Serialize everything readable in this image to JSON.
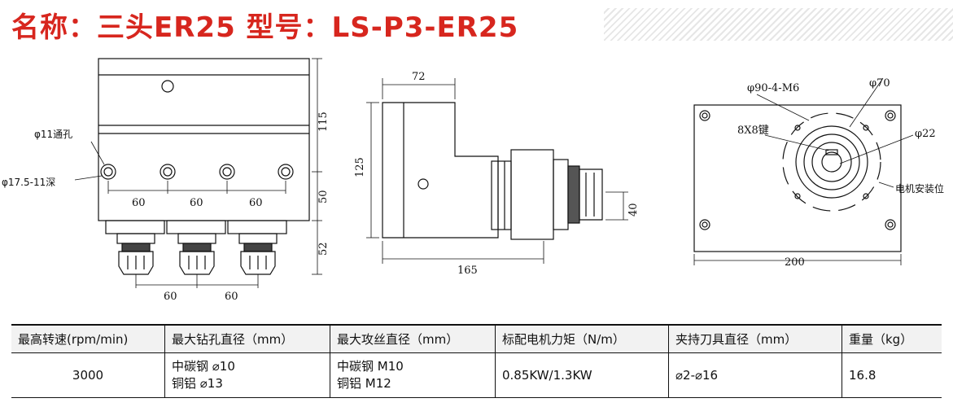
{
  "title": "名称：三头ER25  型号：LS-P3-ER25",
  "drawing": {
    "front": {
      "label_hole_through": "φ11通孔",
      "label_hole_deep": "φ17.5-11深",
      "dims": {
        "spacing_a": "60",
        "spacing_b": "60",
        "spacing_c": "60",
        "height_top": "115",
        "height_mid": "50",
        "height_bottom": "52",
        "bottom_a": "60",
        "bottom_b": "60"
      }
    },
    "side": {
      "dims": {
        "top_width": "72",
        "height": "125",
        "collet": "40",
        "length": "165"
      }
    },
    "top": {
      "label_bolt": "φ90-4-M6",
      "label_dia70": "φ70",
      "label_key": "8X8键",
      "label_dia22": "φ22",
      "label_motor": "电机安装位",
      "dims": {
        "width": "200"
      }
    }
  },
  "table": {
    "headers": [
      "最高转速(rpm/min)",
      "最大钻孔直径（mm）",
      "最大攻丝直径（mm）",
      "标配电机力矩（N/m）",
      "夹持刀具直径（mm）",
      "重量（kg）"
    ],
    "speed": "3000",
    "drill_line1": "中碳钢 ⌀10",
    "drill_line2": "铜铝 ⌀13",
    "tap_line1": "中碳钢 M10",
    "tap_line2": "铜铝 M12",
    "torque": "0.85KW/1.3KW",
    "tool_dia": "⌀2-⌀16",
    "weight": "16.8"
  }
}
